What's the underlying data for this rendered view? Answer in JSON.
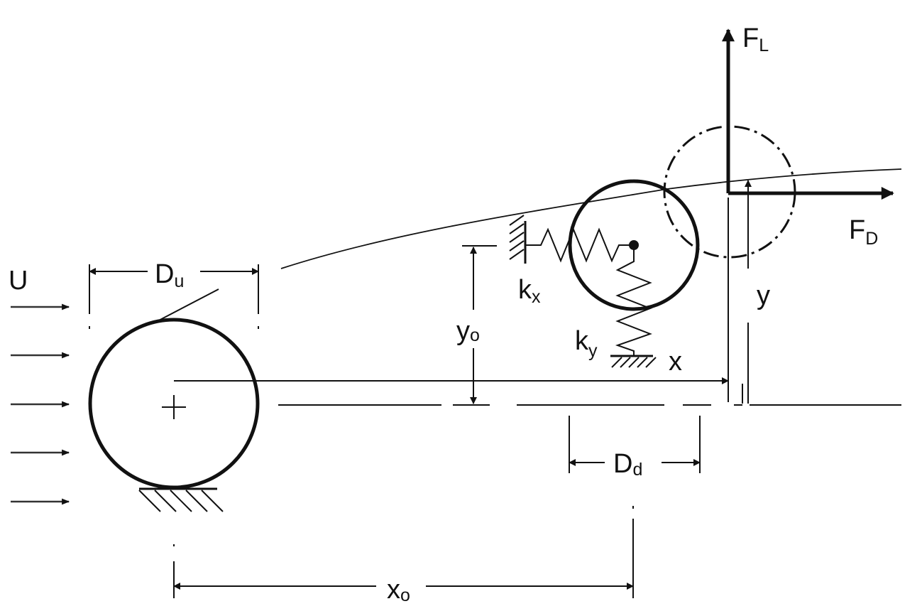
{
  "labels": {
    "flow_velocity": "U",
    "upstream_diameter_main": "D",
    "upstream_diameter_sub": "u",
    "downstream_diameter_main": "D",
    "downstream_diameter_sub": "d",
    "lift_force_main": "F",
    "lift_force_sub": "L",
    "drag_force_main": "F",
    "drag_force_sub": "D",
    "spring_x_main": "k",
    "spring_x_sub": "x",
    "spring_y_main": "k",
    "spring_y_sub": "y",
    "offset_y_main": "y",
    "offset_y_sub": "o",
    "offset_x_main": "x",
    "offset_x_sub": "o",
    "displacement_x": "x",
    "displacement_y": "y"
  }
}
